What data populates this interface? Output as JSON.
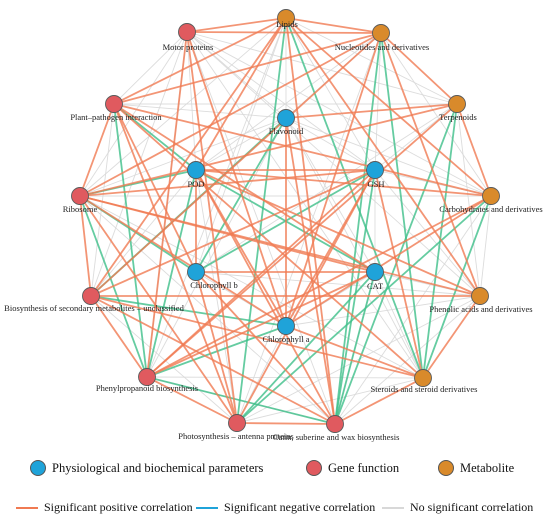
{
  "colors": {
    "physio": "#1fa3d9",
    "gene": "#e05a5f",
    "metab": "#d98a2b",
    "positive": "#f07a52",
    "negative": "#3fbf8a",
    "none": "#d8d8d8"
  },
  "nodes": [
    {
      "id": "lipids",
      "label": "Lipids",
      "group": "metab"
    },
    {
      "id": "nucleotides",
      "label": "Nucleotides and derivatives",
      "group": "metab"
    },
    {
      "id": "terpenoids",
      "label": "Terpenoids",
      "group": "metab"
    },
    {
      "id": "carbohydrates",
      "label": "Carbohydrates and derivatives",
      "group": "metab"
    },
    {
      "id": "phenolic",
      "label": "Phenolic acids and derivatives",
      "group": "metab"
    },
    {
      "id": "steroids",
      "label": "Steroids and steroid derivatives",
      "group": "metab"
    },
    {
      "id": "cutin",
      "label": "Cutin, suberine and wax biosynthesis",
      "group": "gene"
    },
    {
      "id": "photosynthesis",
      "label": "Photosynthesis – antenna proteins",
      "group": "gene"
    },
    {
      "id": "phenylpropanoid",
      "label": "Phenylpropanoid biosynthesis",
      "group": "gene"
    },
    {
      "id": "biosynthesis",
      "label": "Biosynthesis of secondary metabolites – unclassified",
      "group": "gene"
    },
    {
      "id": "ribosome",
      "label": "Ribosome",
      "group": "gene"
    },
    {
      "id": "plantpathogen",
      "label": "Plant–pathogen interaction",
      "group": "gene"
    },
    {
      "id": "motor",
      "label": "Motor proteins",
      "group": "gene"
    },
    {
      "id": "flavonoid",
      "label": "Flavonoid",
      "group": "physio"
    },
    {
      "id": "pod",
      "label": "POD",
      "group": "physio"
    },
    {
      "id": "gsh",
      "label": "GSH",
      "group": "physio"
    },
    {
      "id": "chlb",
      "label": "Chlorophyll b",
      "group": "physio"
    },
    {
      "id": "cat",
      "label": "CAT",
      "group": "physio"
    },
    {
      "id": "chla",
      "label": "Chlorophyll a",
      "group": "physio"
    }
  ],
  "edges": {
    "positive": [
      [
        "motor",
        "lipids"
      ],
      [
        "motor",
        "nucleotides"
      ],
      [
        "motor",
        "chla"
      ],
      [
        "motor",
        "phenylpropanoid"
      ],
      [
        "motor",
        "photosynthesis"
      ],
      [
        "lipids",
        "nucleotides"
      ],
      [
        "lipids",
        "carbohydrates"
      ],
      [
        "lipids",
        "phenolic"
      ],
      [
        "lipids",
        "plantpathogen"
      ],
      [
        "lipids",
        "cutin"
      ],
      [
        "lipids",
        "pod"
      ],
      [
        "lipids",
        "biosynthesis"
      ],
      [
        "nucleotides",
        "terpenoids"
      ],
      [
        "nucleotides",
        "plantpathogen"
      ],
      [
        "nucleotides",
        "ribosome"
      ],
      [
        "nucleotides",
        "phenolic"
      ],
      [
        "nucleotides",
        "chla"
      ],
      [
        "nucleotides",
        "biosynthesis"
      ],
      [
        "terpenoids",
        "carbohydrates"
      ],
      [
        "terpenoids",
        "ribosome"
      ],
      [
        "terpenoids",
        "phenylpropanoid"
      ],
      [
        "terpenoids",
        "flavonoid"
      ],
      [
        "carbohydrates",
        "chla"
      ],
      [
        "carbohydrates",
        "plantpathogen"
      ],
      [
        "carbohydrates",
        "phenylpropanoid"
      ],
      [
        "carbohydrates",
        "pod"
      ],
      [
        "phenolic",
        "steroids"
      ],
      [
        "phenolic",
        "pod"
      ],
      [
        "phenolic",
        "ribosome"
      ],
      [
        "phenolic",
        "biosynthesis"
      ],
      [
        "plantpathogen",
        "ribosome"
      ],
      [
        "plantpathogen",
        "chlb"
      ],
      [
        "plantpathogen",
        "photosynthesis"
      ],
      [
        "plantpathogen",
        "cat"
      ],
      [
        "plantpathogen",
        "steroids"
      ],
      [
        "ribosome",
        "biosynthesis"
      ],
      [
        "ribosome",
        "photosynthesis"
      ],
      [
        "ribosome",
        "cat"
      ],
      [
        "ribosome",
        "gsh"
      ],
      [
        "ribosome",
        "chla"
      ],
      [
        "biosynthesis",
        "phenylpropanoid"
      ],
      [
        "biosynthesis",
        "steroids"
      ],
      [
        "biosynthesis",
        "gsh"
      ],
      [
        "biosynthesis",
        "cutin"
      ],
      [
        "phenylpropanoid",
        "photosynthesis"
      ],
      [
        "phenylpropanoid",
        "gsh"
      ],
      [
        "phenylpropanoid",
        "cat"
      ],
      [
        "photosynthesis",
        "cutin"
      ],
      [
        "photosynthesis",
        "chlb"
      ],
      [
        "photosynthesis",
        "gsh"
      ],
      [
        "cutin",
        "steroids"
      ],
      [
        "cutin",
        "pod"
      ],
      [
        "cutin",
        "chlb"
      ],
      [
        "cutin",
        "flavonoid"
      ],
      [
        "pod",
        "chla"
      ],
      [
        "pod",
        "chlb"
      ],
      [
        "pod",
        "gsh"
      ],
      [
        "chlb",
        "cat"
      ],
      [
        "chla",
        "gsh"
      ],
      [
        "flavonoid",
        "chla"
      ],
      [
        "steroids",
        "chla"
      ],
      [
        "gsh",
        "steroids"
      ]
    ],
    "negative": [
      [
        "lipids",
        "steroids"
      ],
      [
        "lipids",
        "photosynthesis"
      ],
      [
        "nucleotides",
        "steroids"
      ],
      [
        "nucleotides",
        "cutin"
      ],
      [
        "terpenoids",
        "steroids"
      ],
      [
        "terpenoids",
        "cutin"
      ],
      [
        "carbohydrates",
        "steroids"
      ],
      [
        "carbohydrates",
        "photosynthesis"
      ],
      [
        "plantpathogen",
        "pod"
      ],
      [
        "plantpathogen",
        "phenylpropanoid"
      ],
      [
        "ribosome",
        "chlb"
      ],
      [
        "ribosome",
        "phenylpropanoid"
      ],
      [
        "ribosome",
        "pod"
      ],
      [
        "biosynthesis",
        "chla"
      ],
      [
        "biosynthesis",
        "flavonoid"
      ],
      [
        "pod",
        "phenylpropanoid"
      ],
      [
        "pod",
        "cat"
      ],
      [
        "chlb",
        "gsh"
      ],
      [
        "cat",
        "cutin"
      ],
      [
        "cat",
        "photosynthesis"
      ],
      [
        "gsh",
        "cutin"
      ],
      [
        "chla",
        "phenylpropanoid"
      ],
      [
        "phenylpropanoid",
        "cutin"
      ],
      [
        "flavonoid",
        "chlb"
      ]
    ],
    "none": [
      [
        "lipids",
        "terpenoids"
      ],
      [
        "lipids",
        "ribosome"
      ],
      [
        "lipids",
        "gsh"
      ],
      [
        "lipids",
        "chlb"
      ],
      [
        "lipids",
        "phenylpropanoid"
      ],
      [
        "nucleotides",
        "carbohydrates"
      ],
      [
        "nucleotides",
        "pod"
      ],
      [
        "nucleotides",
        "gsh"
      ],
      [
        "nucleotides",
        "photosynthesis"
      ],
      [
        "terpenoids",
        "phenolic"
      ],
      [
        "terpenoids",
        "plantpathogen"
      ],
      [
        "terpenoids",
        "chlb"
      ],
      [
        "terpenoids",
        "motor"
      ],
      [
        "carbohydrates",
        "phenolic"
      ],
      [
        "carbohydrates",
        "ribosome"
      ],
      [
        "carbohydrates",
        "cutin"
      ],
      [
        "carbohydrates",
        "motor"
      ],
      [
        "carbohydrates",
        "gsh"
      ],
      [
        "phenolic",
        "cutin"
      ],
      [
        "phenolic",
        "photosynthesis"
      ],
      [
        "phenolic",
        "motor"
      ],
      [
        "phenolic",
        "gsh"
      ],
      [
        "phenolic",
        "cat"
      ],
      [
        "steroids",
        "photosynthesis"
      ],
      [
        "steroids",
        "motor"
      ],
      [
        "steroids",
        "phenylpropanoid"
      ],
      [
        "steroids",
        "ribosome"
      ],
      [
        "steroids",
        "cat"
      ],
      [
        "cutin",
        "phenylpropanoid"
      ],
      [
        "cutin",
        "motor"
      ],
      [
        "cutin",
        "ribosome"
      ],
      [
        "photosynthesis",
        "biosynthesis"
      ],
      [
        "photosynthesis",
        "chla"
      ],
      [
        "phenylpropanoid",
        "motor"
      ],
      [
        "biosynthesis",
        "motor"
      ],
      [
        "biosynthesis",
        "plantpathogen"
      ],
      [
        "ribosome",
        "motor"
      ],
      [
        "plantpathogen",
        "motor"
      ],
      [
        "motor",
        "flavonoid"
      ],
      [
        "motor",
        "gsh"
      ],
      [
        "motor",
        "pod"
      ],
      [
        "flavonoid",
        "gsh"
      ],
      [
        "flavonoid",
        "pod"
      ],
      [
        "flavonoid",
        "cat"
      ],
      [
        "gsh",
        "cat"
      ],
      [
        "cat",
        "chla"
      ],
      [
        "chlb",
        "chla"
      ],
      [
        "lipids",
        "flavonoid"
      ],
      [
        "nucleotides",
        "flavonoid"
      ],
      [
        "terpenoids",
        "gsh"
      ],
      [
        "carbohydrates",
        "flavonoid"
      ],
      [
        "phenolic",
        "chla"
      ],
      [
        "phenolic",
        "chlb"
      ],
      [
        "plantpathogen",
        "flavonoid"
      ],
      [
        "ribosome",
        "flavonoid"
      ],
      [
        "steroids",
        "flavonoid"
      ],
      [
        "cutin",
        "cat"
      ],
      [
        "photosynthesis",
        "pod"
      ],
      [
        "phenylpropanoid",
        "flavonoid"
      ],
      [
        "biosynthesis",
        "pod"
      ]
    ]
  },
  "legend": {
    "group_items": [
      {
        "group": "physio",
        "label": "Physiological and biochemical parameters"
      },
      {
        "group": "gene",
        "label": "Gene function"
      },
      {
        "group": "metab",
        "label": "Metabolite"
      }
    ],
    "line_items": [
      {
        "type": "positive",
        "label": "Significant positive correlation"
      },
      {
        "type": "negative",
        "label": "Significant negative correlation"
      },
      {
        "type": "none",
        "label": "No significant correlation"
      }
    ]
  }
}
